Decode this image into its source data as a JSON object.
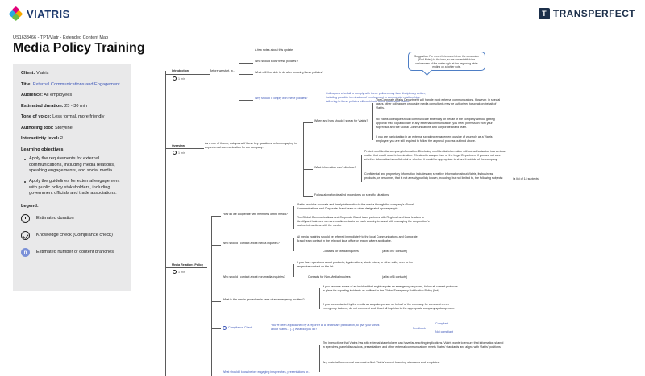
{
  "header": {
    "left_brand": "VIATRIS",
    "right_brand": "TRANSPERFECT",
    "right_mark": "T"
  },
  "doc": {
    "code": "US1633466 - TPT/Viatr - Extended Content Map",
    "title": "Media Policy Training"
  },
  "info": {
    "client_label": "Client:",
    "client_value": "Viatris",
    "title_label": "Title:",
    "title_value": "External Communications and Engagement",
    "audience_label": "Audience:",
    "audience_value": "All employees",
    "duration_label": "Estimated duration:",
    "duration_value": "25 - 30 min",
    "tone_label": "Tone of voice:",
    "tone_value": "Less formal, more friendly",
    "tool_label": "Authoring tool:",
    "tool_value": "Storyline",
    "level_label": "Interactivity level:",
    "level_value": "2",
    "objectives_label": "Learning objectives:",
    "objectives": [
      "Apply the requirements for external communications, including media relations, speaking engagements, and social media.",
      "Apply the guidelines for external engagement with public policy stakeholders, including government officials and trade associations."
    ],
    "legend_label": "Legend:",
    "legend": [
      {
        "icon": "clock-icon",
        "label": "Estimated duration"
      },
      {
        "icon": "check-icon",
        "label": "Knowledge check (Compliance check)"
      },
      {
        "icon": "branch-count-icon",
        "label": "Estimated number of content branches",
        "glyph": "n"
      }
    ]
  },
  "map": {
    "sections": {
      "introduction": "Introduction",
      "intro_time": "1 min",
      "overview": "Overview",
      "overview_time": "1 min",
      "media": "Media Relations Policy",
      "media_time": "1 min"
    },
    "intro_branch": "Before we start, w...",
    "intro_items": [
      "A few notes about this update",
      "Who should know these policies?",
      "What will I be able to do after knowing these policies?",
      "Why should I comply with these policies?"
    ],
    "comply_text": "Colleagues who fail to comply with these policies may face disciplinary action, including possible termination of employment or commercial relationships. Adhering to these policies will contribute to the success of Viatris.",
    "note_text": "Suggestion: For record this branch from the conclusion (End Notes) to the intro, so we can establish the seriousness of the matter right at the beginning while ending on a lighter note.",
    "overview_branch": "As a rule of thumb, ask yourself these key questions before engaging in any external communication for our company:",
    "overview_q1": "When and how should I speak for Viatris?",
    "overview_q1_a": "The Corporate Affairs Department will handle most external communications. However, in special cases, other colleagues or outside media consultants may be authorized to speak on behalf of Viatris.",
    "overview_q1_b": "No Viatris colleague should communicate externally on behalf of the company without getting approval first. To participate in any external communication, you need permission from your supervisor and the Global Communications and Corporate Brand team.",
    "overview_q1_c": "If you are participating in an external speaking engagement outside of your role as a Viatris employee, you are still required to follow the approval process outlined above.",
    "overview_q2": "What information can't disclose?",
    "overview_q2_a": "Protect confidential company information. Disclosing confidential information without authorization is a serious matter that could result in termination. Check with a supervisor or the Legal Department if you are not sure whether information is confidential or whether it would be appropriate to share it outside of the company.",
    "overview_q2_b": "Confidential and proprietary information includes any sensitive information about Viatris, its business, products, or personnel, that is not already publicly known, including, but not limited to, the following subjects:",
    "overview_q2_list": "(a list of 14 subjects)",
    "overview_q3": "Follow along for detailed procedures on specific situations.",
    "media_q1": "How do we cooperate with members of the media?",
    "media_q1_a": "Viatris provides accurate and timely information to the media through the company's Global Communications and Corporate Brand team or other designated spokespeople.",
    "media_q1_b": "The Global Communications and Corporate Brand team partners with Regional and local leaders to identify and train one or more media contacts for each country to assist with managing the corporation's routine interactions with the media.",
    "media_q2": "Who should I contact about media inquiries?",
    "media_q2_a": "All media inquiries should be referred immediately to the local Communications and Corporate Brand team contact in the relevant local office or region, where applicable.",
    "media_q2_b": "Contacts for Media Inquiries",
    "media_q2_c": "(a list of 7 contacts)",
    "media_q3": "Who should I contact about non-media inquiries?",
    "media_q3_a": "If you have questions about products, legal matters, stock prices, or other calls, refer to the respective contact on the list.",
    "media_q3_b": "Contacts for Non-Media Inquiries",
    "media_q3_c": "(a list of 6 contacts)",
    "media_q4": "What is the media procedure in case of an emergency incident?",
    "media_q4_a": "If you become aware of an incident that might require an emergency response, follow all current protocols in place for reporting incidents as outlined in the Global Emergency Notification Policy (link).",
    "media_q4_b": "If you are contacted by the media as a spokesperson on behalf of the company for comment on an emergency incident, do not comment and direct all inquiries to the appropriate company spokesperson.",
    "compliance_label": "Compliance Check",
    "compliance_prompt": "You've been approached by a reporter at a healthcare publication, to give your views about Viatris... [...] What do you do?",
    "feedback_label": "Feedback",
    "feedback_compliant": "Compliant",
    "feedback_not": "Not compliant",
    "media_q5": "What should I know before engaging in speeches, presentations or...",
    "media_q5_a": "The interactions that Viatris has with external stakeholders can have far-reaching implications. Viatris wants to ensure that information shared in speeches, panel discussions, presentations and other external communications meets Viatris' standards and aligns with Viatris' positions.",
    "media_q5_b": "Any material for external use must reflect Viatris' current branding standards and templates."
  }
}
